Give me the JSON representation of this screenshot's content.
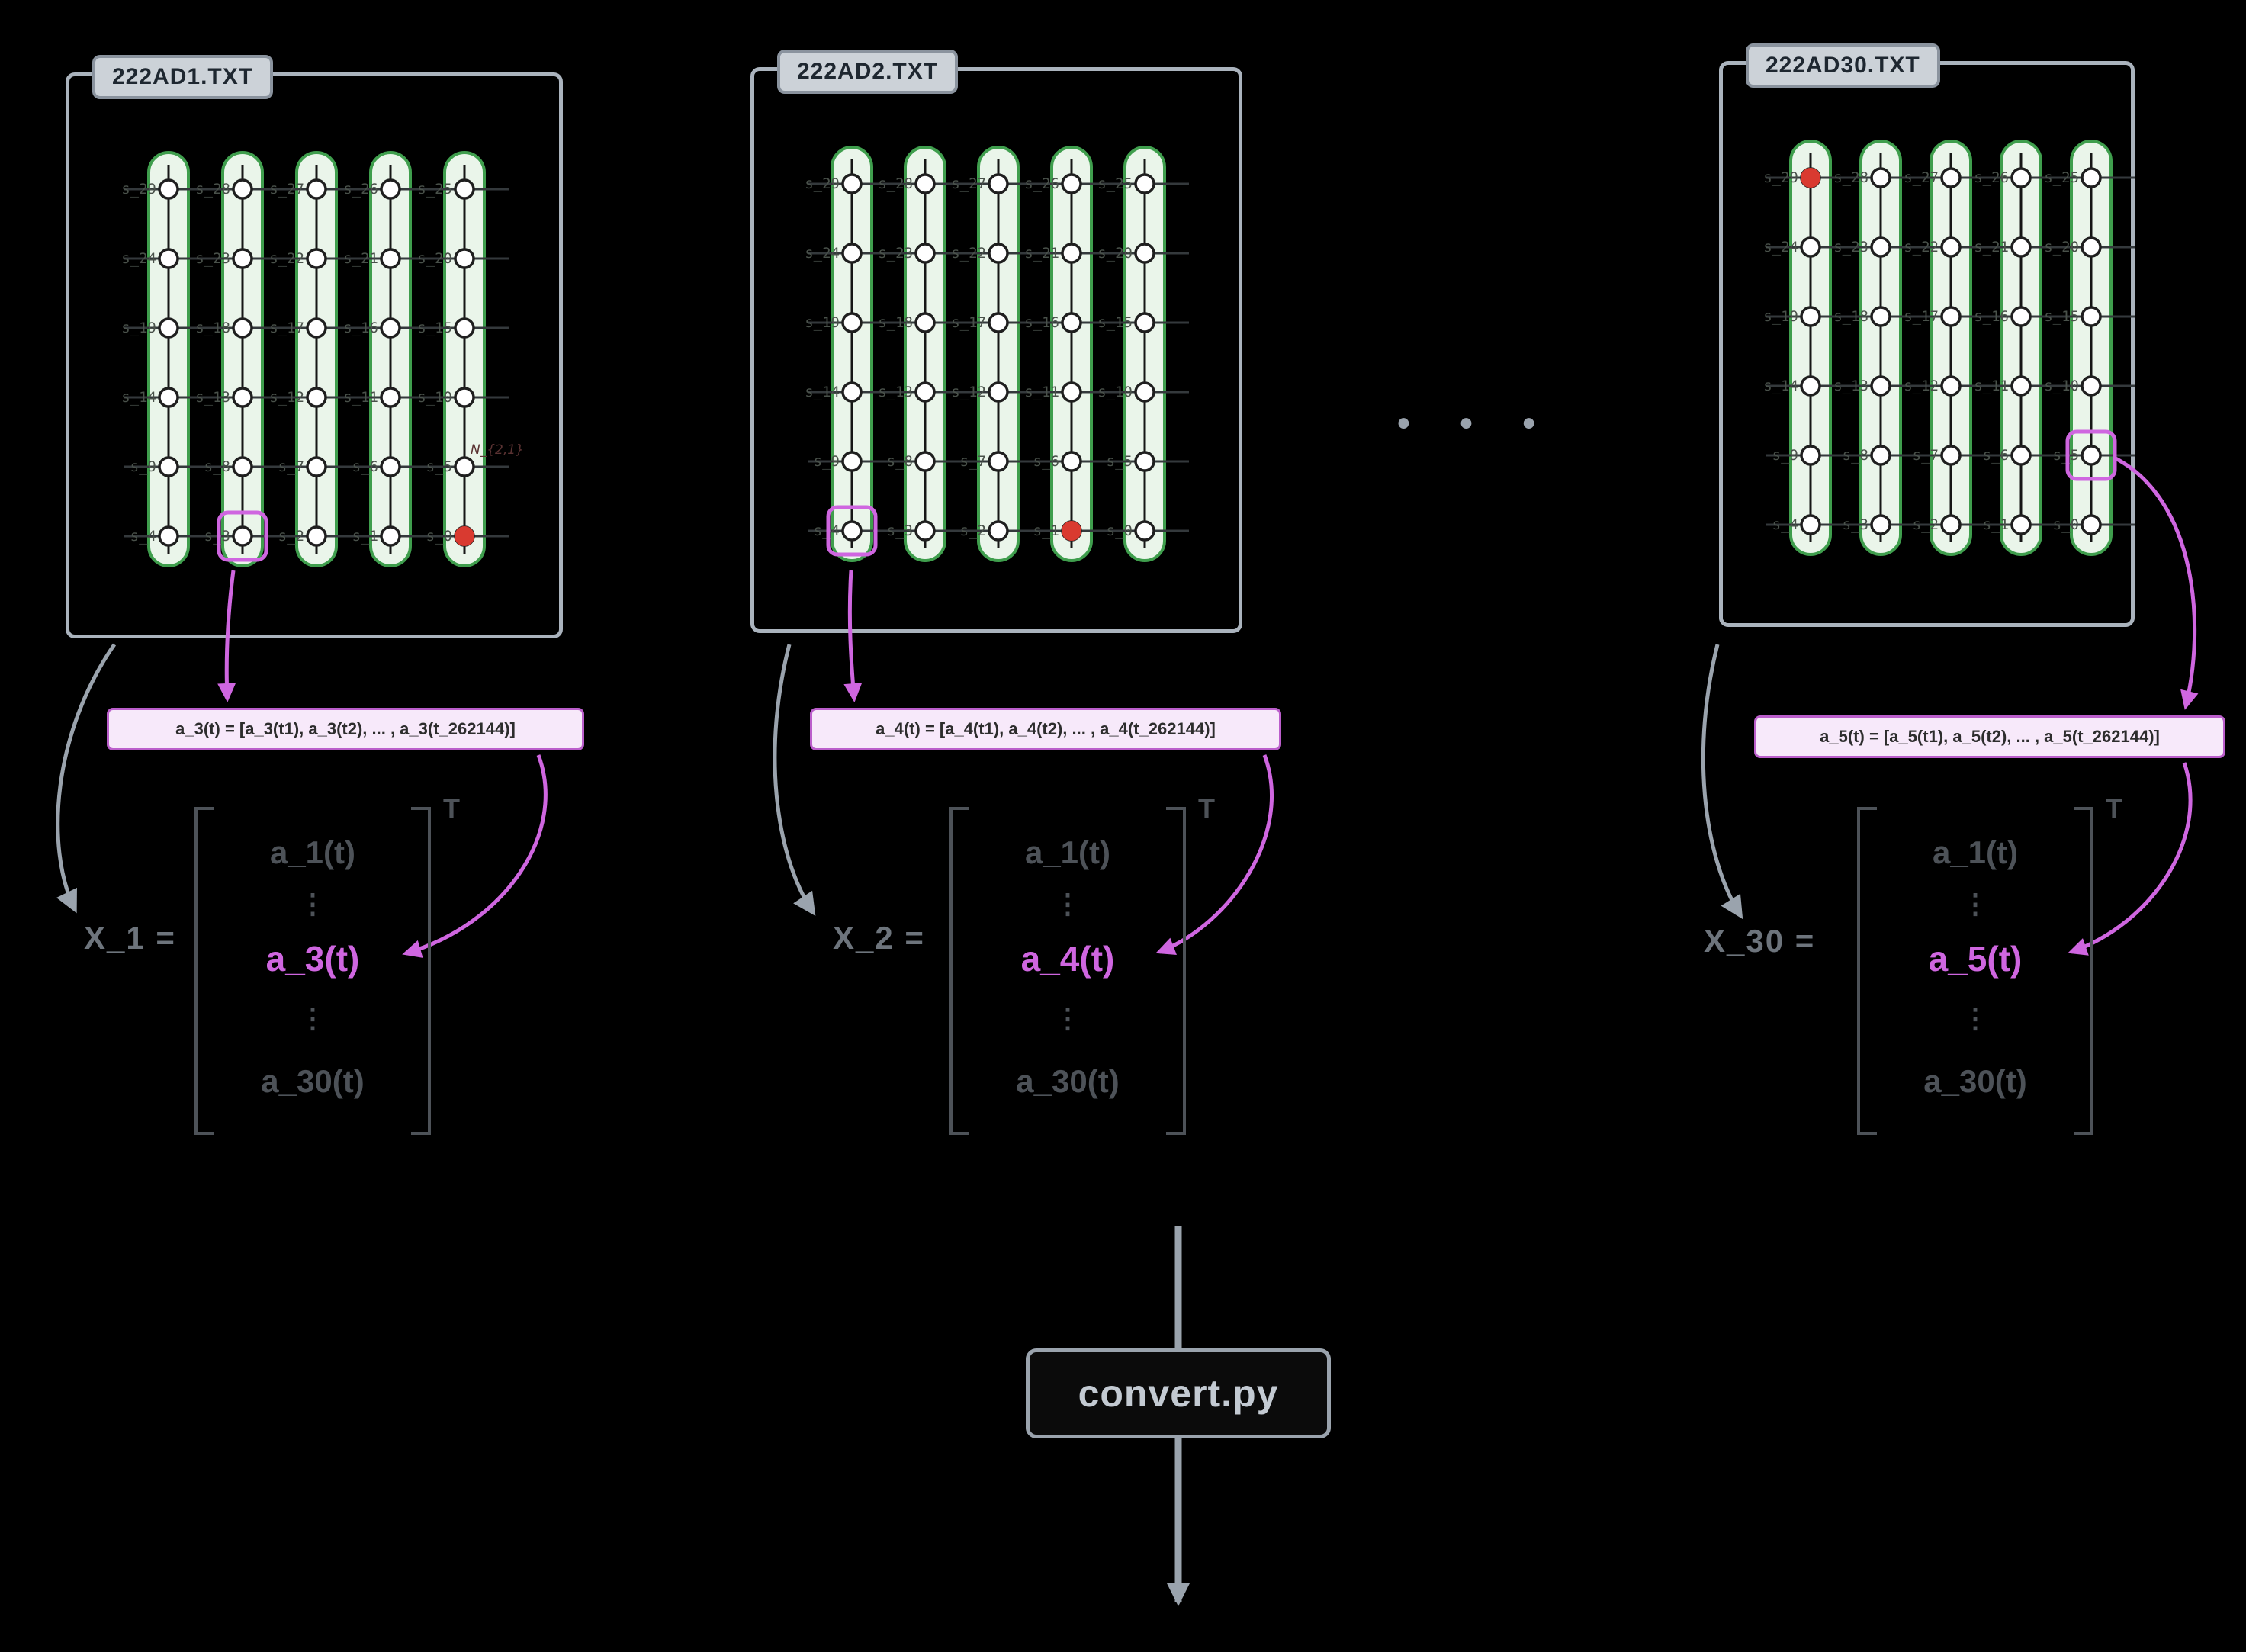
{
  "colors": {
    "background": "#000000",
    "panel_border": "#aab3bd",
    "tab_bg": "#ccd2d8",
    "tab_text": "#1e2730",
    "strip_fill": "#eaf5ea",
    "strip_border": "#3f9e4d",
    "electrode_fill": "#ffffff",
    "electrode_stroke": "#1f1f1f",
    "grid_line": "#34393c",
    "label_text": "#49514a",
    "red_dot": "#d93a30",
    "magenta": "#cf66e0",
    "formula_bg": "#f7e9fa",
    "formula_border": "#bb5ecb",
    "formula_text": "#2d2d2d",
    "matrix_text": "#4d5258",
    "gray_arrow": "#9aa3ad",
    "convert_text": "#c3cad2"
  },
  "electrode_rows": [
    [
      "s_29",
      "s_28",
      "s_27",
      "s_26",
      "s_25"
    ],
    [
      "s_24",
      "s_23",
      "s_22",
      "s_21",
      "s_20"
    ],
    [
      "s_19",
      "s_18",
      "s_17",
      "s_16",
      "s_15"
    ],
    [
      "s_14",
      "s_13",
      "s_12",
      "s_11",
      "s_10"
    ],
    [
      "s_9",
      "s_8",
      "s_7",
      "s_6",
      "s_5"
    ],
    [
      "s_4",
      "s_3",
      "s_2",
      "s_1",
      "s_0"
    ]
  ],
  "panels": [
    {
      "title": "222AD1.TXT",
      "note": "N_{2,1}",
      "highlight": {
        "row": 5,
        "col": 1
      },
      "red_dot": {
        "row": 5,
        "col": 4
      },
      "formula": "a_3(t) = [a_3(t1), a_3(t2), ... , a_3(t_262144)]",
      "x_label": "X_1 =",
      "entries": [
        "a_1(t)",
        "⋮",
        "a_3(t)",
        "⋮",
        "a_30(t)"
      ],
      "transpose": "T"
    },
    {
      "title": "222AD2.TXT",
      "note": "",
      "highlight": {
        "row": 5,
        "col": 0
      },
      "red_dot": {
        "row": 5,
        "col": 3
      },
      "formula": "a_4(t) = [a_4(t1), a_4(t2), ... , a_4(t_262144)]",
      "x_label": "X_2 =",
      "entries": [
        "a_1(t)",
        "⋮",
        "a_4(t)",
        "⋮",
        "a_30(t)"
      ],
      "transpose": "T"
    },
    {
      "title": "222AD30.TXT",
      "note": "",
      "highlight": {
        "row": 4,
        "col": 4
      },
      "red_dot": {
        "row": 0,
        "col": 0
      },
      "formula": "a_5(t) = [a_5(t1), a_5(t2), ... , a_5(t_262144)]",
      "x_label": "X_30 =",
      "entries": [
        "a_1(t)",
        "⋮",
        "a_5(t)",
        "⋮",
        "a_30(t)"
      ],
      "transpose": "T"
    }
  ],
  "ellipsis": "• • •",
  "convert": {
    "label": "convert.py"
  }
}
